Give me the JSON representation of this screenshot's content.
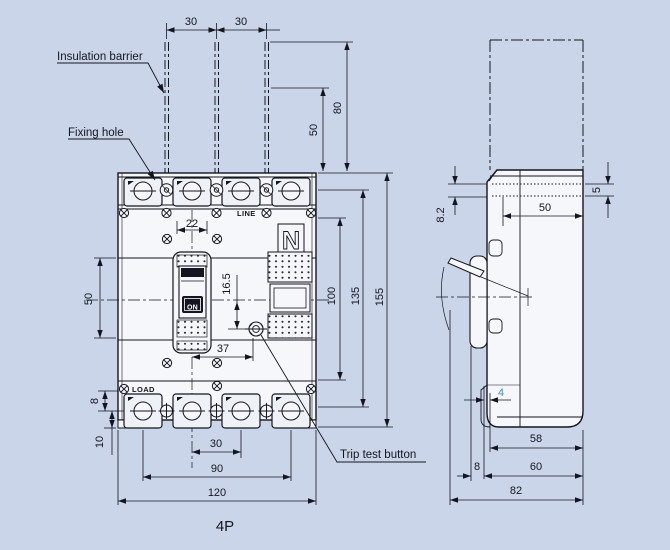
{
  "colors": {
    "background": "#cad5e9",
    "ink": "#14161f",
    "body_fill": "#f5f7fa",
    "pad_fill": "#eef1f6",
    "highlight": "#3e8fc4"
  },
  "caption": "4P",
  "callouts": {
    "insulation_barrier": "Insulation barrier",
    "fixing_hole": "Fixing hole",
    "trip_test_button": "Trip test button"
  },
  "markings": {
    "line": "LINE",
    "load": "LOAD",
    "neutral": "N",
    "on": "ON"
  },
  "front_dims": {
    "pole_pitch_top_1": "30",
    "pole_pitch_top_2": "30",
    "barrier_height_outer": "80",
    "barrier_height_inner": "50",
    "mount_hole_pitch": "22",
    "handle_window_height": "50",
    "trip_offset_vertical": "16.5",
    "trip_offset_horizontal": "37",
    "height_mounting": "100",
    "height_inner": "135",
    "height_overall": "155",
    "terminal_depth": "8",
    "base_height": "10",
    "pole_pitch_bottom": "30",
    "mounting_width": "90",
    "width_overall": "120"
  },
  "side_dims": {
    "cover_step": "8.2",
    "cover_thickness": "5",
    "top_depth": "50",
    "foot_offset": "4",
    "base_depth": "58",
    "mount_depth": "60",
    "handle_projection": "8",
    "depth_overall": "82"
  }
}
